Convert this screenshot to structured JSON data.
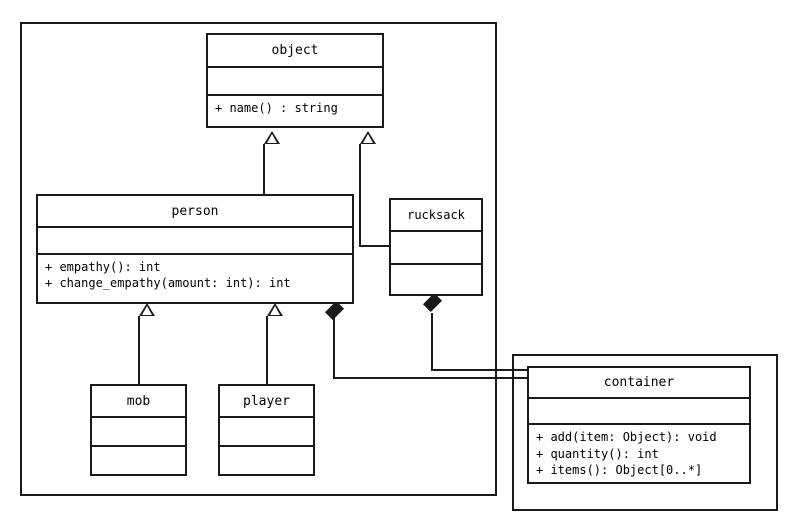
{
  "diagram": {
    "title": "UML class diagram",
    "type": "uml-class-diagram",
    "stroke_color": "#1a1a1a",
    "background_color": "#ffffff"
  },
  "frames": [
    {
      "name": "main-package-frame"
    },
    {
      "name": "container-package-frame"
    }
  ],
  "classes": {
    "object": {
      "name": "object",
      "attributes": [],
      "operations": [
        "+ name() : string"
      ]
    },
    "person": {
      "name": "person",
      "attributes": [],
      "operations": [
        "+ empathy(): int",
        "+ change_empathy(amount: int): int"
      ]
    },
    "rucksack": {
      "name": "rucksack",
      "attributes": [],
      "operations": []
    },
    "mob": {
      "name": "mob",
      "attributes": [],
      "operations": []
    },
    "player": {
      "name": "player",
      "attributes": [],
      "operations": []
    },
    "container": {
      "name": "container",
      "attributes": [],
      "operations": [
        "+ add(item: Object): void",
        "+ quantity(): int",
        "+ items(): Object[0..*]"
      ]
    }
  },
  "relationships": [
    {
      "name": "person-inherits-object",
      "kind": "generalization",
      "from": "person",
      "to": "object"
    },
    {
      "name": "rucksack-inherits-object",
      "kind": "generalization",
      "from": "rucksack",
      "to": "object"
    },
    {
      "name": "mob-inherits-person",
      "kind": "generalization",
      "from": "mob",
      "to": "person"
    },
    {
      "name": "player-inherits-person",
      "kind": "generalization",
      "from": "player",
      "to": "person"
    },
    {
      "name": "person-composes-container",
      "kind": "composition",
      "from": "person",
      "to": "container"
    },
    {
      "name": "rucksack-composes-container",
      "kind": "composition",
      "from": "rucksack",
      "to": "container"
    }
  ]
}
